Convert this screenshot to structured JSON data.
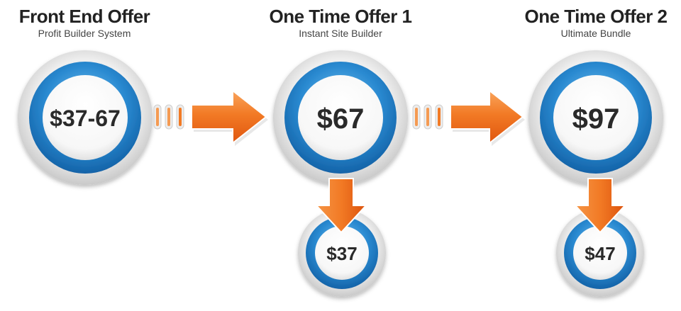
{
  "stages": [
    {
      "title": "Front End Offer",
      "subtitle": "Profit Builder System",
      "price": "$37-67"
    },
    {
      "title": "One Time Offer 1",
      "subtitle": "Instant Site Builder",
      "price": "$67",
      "downsell": "$37"
    },
    {
      "title": "One Time Offer 2",
      "subtitle": "Ultimate Bundle",
      "price": "$97",
      "downsell": "$47"
    }
  ],
  "colors": {
    "ring": "#1f7fc8",
    "ring_light": "#5db3ea",
    "arrow": "#f26b1d",
    "arrow_light": "#f8a35a",
    "rim": "#d6d6d6"
  }
}
